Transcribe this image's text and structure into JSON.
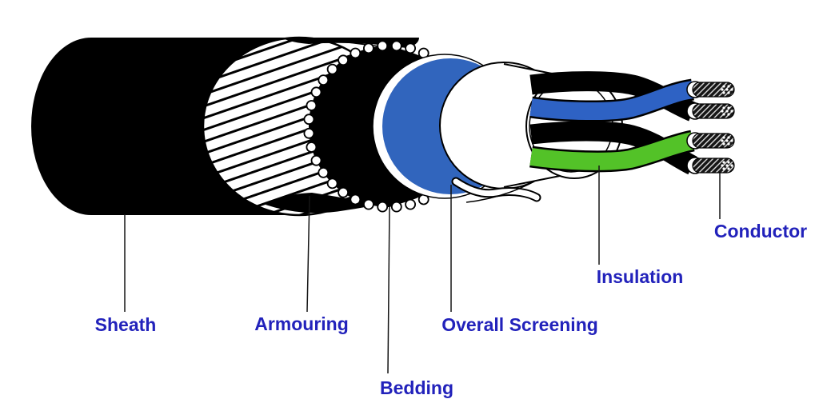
{
  "figure": {
    "type": "cable-cutaway-diagram",
    "description": "Telescoped cutaway of an armoured screened multicore cable",
    "background": "#ffffff"
  },
  "labels": {
    "sheath": "Sheath",
    "armouring": "Armouring",
    "bedding": "Bedding",
    "overall_screening": "Overall Screening",
    "insulation": "Insulation",
    "conductor": "Conductor"
  },
  "colors": {
    "label_text": "#2222bb",
    "screening_blue": "#3165bd",
    "wire_blue": "#2e62c4",
    "wire_green": "#53c228",
    "layer_black": "#000000",
    "armour_white": "#ffffff"
  }
}
